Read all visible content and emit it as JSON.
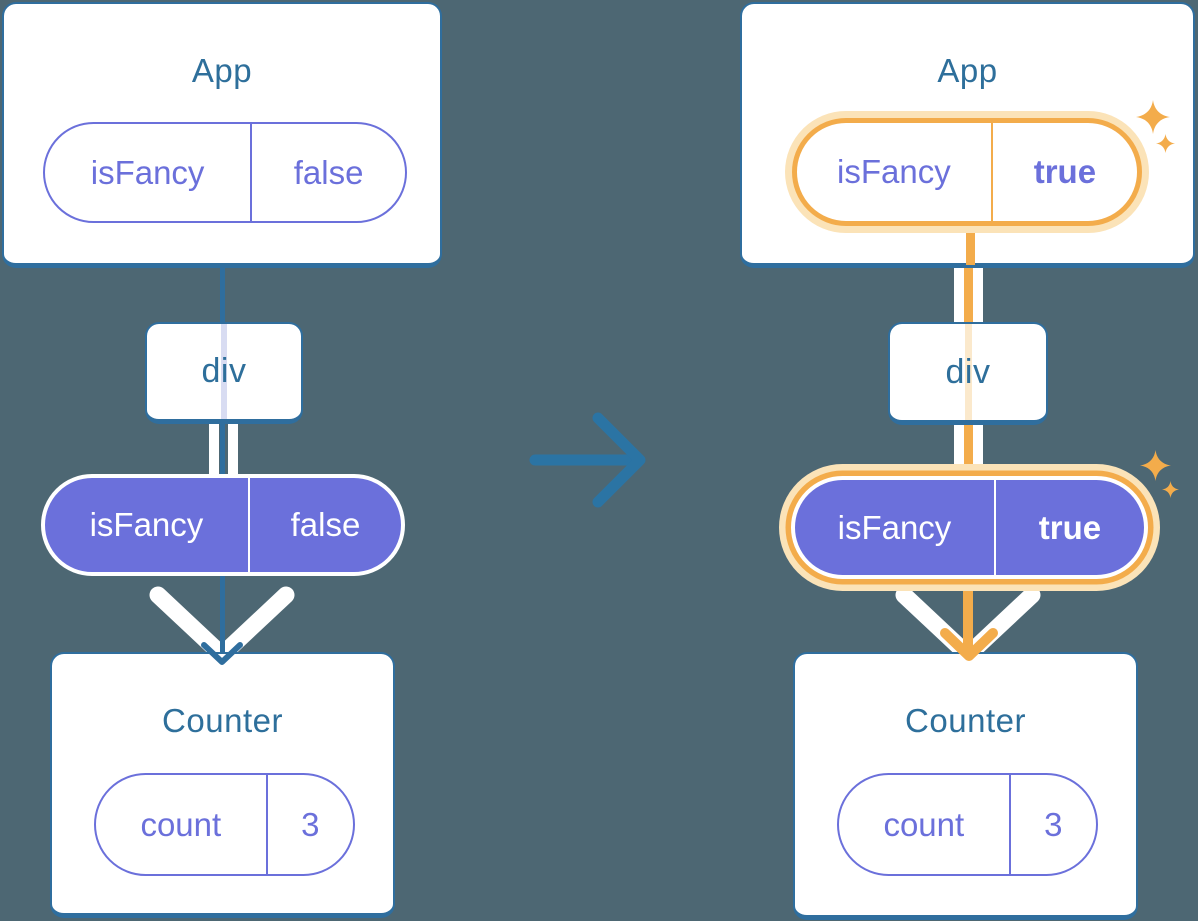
{
  "colors": {
    "background": "#4D6773",
    "card_border": "#2F6E9E",
    "tree_line": "#2F6E9E",
    "title_text": "#2E6F9B",
    "purple": "#6B70DB",
    "orange": "#F3AC4B",
    "orange_halo": "#FBE3B8",
    "faint_purple": "#D8DCF2",
    "faint_orange": "#FBE9CC",
    "arrow_blue": "#2B74A4",
    "white": "#FFFFFF"
  },
  "icons": {
    "transition": "arrow-right-icon",
    "highlight": "sparkle-icon",
    "props_flow": "chevron-down-arrow"
  },
  "before": {
    "app_card": {
      "title": "App",
      "prop_pill": {
        "name": "isFancy",
        "value": "false"
      }
    },
    "div_node": {
      "label": "div"
    },
    "passed_prop_pill": {
      "name": "isFancy",
      "value": "false"
    },
    "counter_card": {
      "title": "Counter",
      "state_pill": {
        "name": "count",
        "value": "3"
      }
    }
  },
  "after": {
    "app_card": {
      "title": "App",
      "prop_pill": {
        "name": "isFancy",
        "value": "true"
      }
    },
    "div_node": {
      "label": "div"
    },
    "passed_prop_pill": {
      "name": "isFancy",
      "value": "true"
    },
    "counter_card": {
      "title": "Counter",
      "state_pill": {
        "name": "count",
        "value": "3"
      }
    }
  }
}
